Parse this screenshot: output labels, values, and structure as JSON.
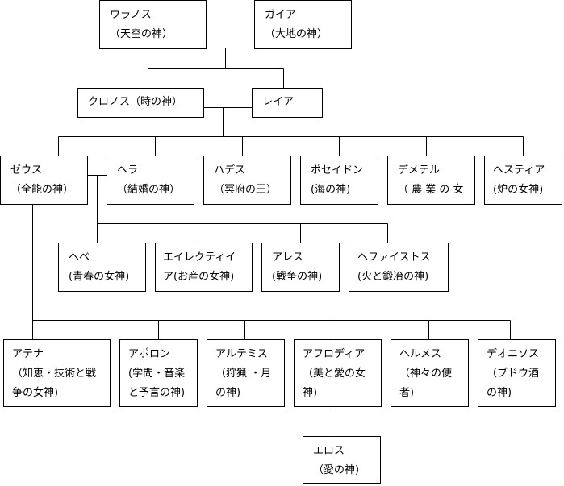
{
  "title": "ギリシャ神話の神々の系図",
  "gods": {
    "uranus": {
      "name": "ウラノス",
      "desc": "（天空の神）"
    },
    "gaia": {
      "name": "ガイア",
      "desc": "（大地の神）"
    },
    "cronus": {
      "name": "クロノス（時の神）"
    },
    "rhea": {
      "name": "レイア"
    },
    "zeus": {
      "name": "ゼウス",
      "desc": "（全能の神）"
    },
    "hera": {
      "name": "ヘラ",
      "desc": "（結婚の神）"
    },
    "hades": {
      "name": "ハデス",
      "desc": "（冥府の王）"
    },
    "poseidon": {
      "name": "ポセイドン",
      "desc": "(海の神)"
    },
    "demeter": {
      "name": "デメテル",
      "desc": "（ 農 業 の 女"
    },
    "hestia": {
      "name": "ヘスティア",
      "desc": "(炉の女神)"
    },
    "hebe": {
      "name": "ヘベ",
      "desc": "(青春の女神)"
    },
    "eileithyia": {
      "name": "エイレクティイ",
      "desc": "ア(お産の女神)"
    },
    "ares": {
      "name": "アレス",
      "desc": "(戦争の神)"
    },
    "hephaestus": {
      "name": "ヘファイストス",
      "desc": "(火と鍛冶の神)"
    },
    "athena": {
      "name": "アテナ",
      "desc": "（知恵・技術と戦",
      "desc2": "争の女神)"
    },
    "apollo": {
      "name": "アポロン",
      "desc": "(学問・音楽",
      "desc2": "と予言の神)"
    },
    "artemis": {
      "name": "アルテミス",
      "desc": "（狩猟 ・月",
      "desc2": "の神)"
    },
    "aphrodite": {
      "name": "アフロディア",
      "desc": "（美と愛の女",
      "desc2": "神)"
    },
    "hermes": {
      "name": "ヘルメス",
      "desc": "（神々の使",
      "desc2": "者)"
    },
    "dionysus": {
      "name": "デオニソス",
      "desc": "（ブドウ酒",
      "desc2": "の神)"
    },
    "eros": {
      "name": "エロス",
      "desc": "（愛の神)"
    }
  }
}
